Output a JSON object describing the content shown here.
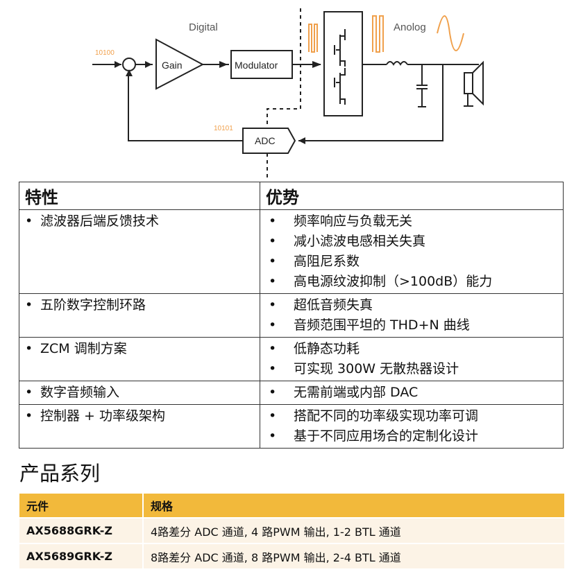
{
  "diagram": {
    "digital_label": "Digital",
    "analog_label": "Anolog",
    "input_code": "10100",
    "feedback_code": "10101",
    "gain_label": "Gain",
    "modulator_label": "Modulator",
    "adc_label": "ADC",
    "accent_color": "#f0a04b"
  },
  "features": {
    "headers": [
      "特性",
      "优势"
    ],
    "rows": [
      {
        "feature": "滤波器后端反馈技术",
        "advantages": [
          "频率响应与负载无关",
          "减小滤波电感相关失真",
          "高阻尼系数",
          "高电源纹波抑制（>100dB）能力"
        ]
      },
      {
        "feature": "五阶数字控制环路",
        "advantages": [
          "超低音频失真",
          "音频范围平坦的 THD+N 曲线"
        ]
      },
      {
        "feature": "ZCM 调制方案",
        "advantages": [
          "低静态功耗",
          "可实现 300W 无散热器设计"
        ]
      },
      {
        "feature": "数字音频输入",
        "advantages": [
          "无需前端或内部 DAC"
        ]
      },
      {
        "feature": "控制器 + 功率级架构",
        "advantages": [
          "搭配不同的功率级实现功率可调",
          "基于不同应用场合的定制化设计"
        ]
      }
    ]
  },
  "products": {
    "title": "产品系列",
    "headers": [
      "元件",
      "规格"
    ],
    "rows": [
      {
        "model": "AX5688GRK-Z",
        "spec": "4路差分 ADC 通道, 4 路PWM 输出, 1-2 BTL 通道"
      },
      {
        "model": "AX5689GRK-Z",
        "spec": "8路差分 ADC 通道, 8 路PWM 输出, 2-4 BTL 通道"
      }
    ]
  }
}
